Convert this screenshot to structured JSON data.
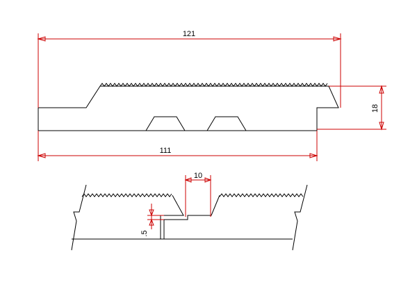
{
  "drawing": {
    "colors": {
      "outline": "#000000",
      "dimension_lines": "#cc0000",
      "background": "#ffffff"
    },
    "dimensions": {
      "overall_width": "121",
      "face_width": "111",
      "thickness": "18",
      "groove_width": "10",
      "step_depth": ".5"
    }
  }
}
